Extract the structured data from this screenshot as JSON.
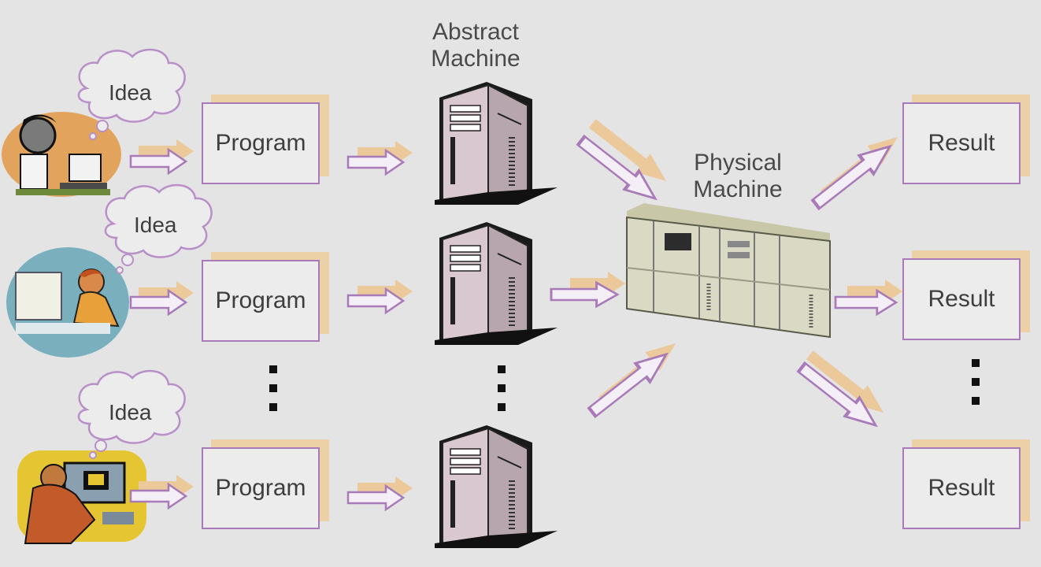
{
  "abstract_machine_label": [
    "Abstract",
    "Machine"
  ],
  "physical_machine_label": [
    "Physical",
    "Machine"
  ],
  "idea_label": "Idea",
  "program_label": "Program",
  "result_label": "Result",
  "colors": {
    "box_border": "#a87bb8",
    "arrow_outline": "#a87bb8",
    "arrow_shadow": "#ecc99a",
    "background": "#e4e4e4"
  }
}
